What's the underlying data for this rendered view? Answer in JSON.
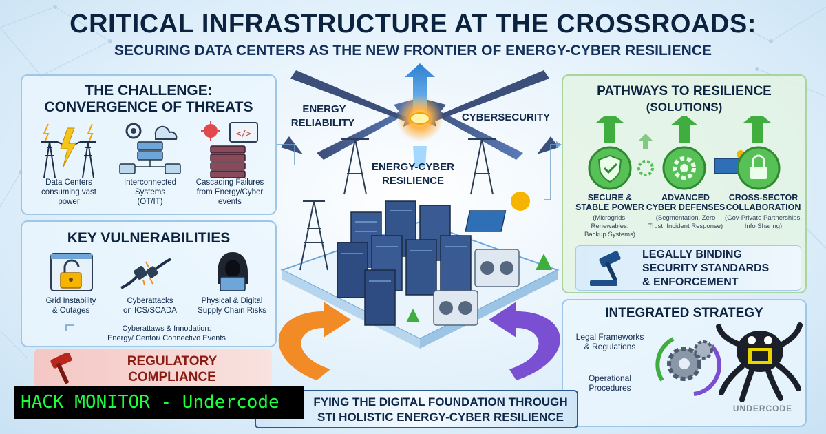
{
  "title": "CRITICAL INFRASTRUCTURE AT THE CROSSROADS:",
  "subtitle": "SECURING DATA CENTERS AS THE NEW FRONTIER OF ENERGY-CYBER RESILIENCE",
  "challenge": {
    "heading_1": "THE CHALLENGE:",
    "heading_2": "CONVERGENCE OF THREATS",
    "items": [
      {
        "label_1": "Data Centers",
        "label_2": "consuming vast",
        "label_3": "power",
        "icon": "power-tower-lightning-icon"
      },
      {
        "label_1": "Interconnected",
        "label_2": "Systems",
        "label_3": "(OT/IT)",
        "icon": "network-servers-icon"
      },
      {
        "label_1": "Cascading Failures",
        "label_2": "from Energy/Cyber",
        "label_3": "events",
        "icon": "virus-server-icon"
      }
    ]
  },
  "vulnerabilities": {
    "heading": "KEY VULNERABILITIES",
    "items": [
      {
        "label_1": "Grid Instability",
        "label_2": "& Outages",
        "icon": "unlocked-padlock-icon"
      },
      {
        "label_1": "Cyberattacks",
        "label_2": "on ICS/SCADA",
        "icon": "broken-plug-icon"
      },
      {
        "label_1": "Physical & Digital",
        "label_2": "Supply Chain Risks",
        "icon": "hooded-hacker-icon"
      }
    ],
    "note_1": "Cyberattaws & Innodation:",
    "note_2": "Energy/ Centor/ Connectivo Events"
  },
  "regulatory": {
    "line_1": "REGULATORY",
    "line_2": "COMPLIANCE"
  },
  "center": {
    "left_label_1": "ENERGY",
    "left_label_2": "RELIABILITY",
    "right_label": "CYBERSECURITY",
    "middle_label_1": "ENERGY-CYBER",
    "middle_label_2": "RESILIENCE"
  },
  "pathways": {
    "heading_1": "PATHWAYS TO RESILIENCE",
    "heading_2": "(SOLUTIONS)",
    "items": [
      {
        "title_1": "SECURE &",
        "title_2": "STABLE POWER",
        "desc_1": "(Microgrids,",
        "desc_2": "Renewables,",
        "desc_3": "Backup Systems)",
        "icon": "shield-check-icon"
      },
      {
        "title_1": "ADVANCED",
        "title_2": "CYBER DEFENSES",
        "desc_1": "(Segmentation, Zero",
        "desc_2": "Trust, Incident Response)",
        "desc_3": "",
        "icon": "gear-icon"
      },
      {
        "title_1": "CROSS-SECTOR",
        "title_2": "COLLABORATION",
        "desc_1": "(Gov-Private Partnerships,",
        "desc_2": "Info Sharing)",
        "desc_3": "",
        "icon": "lock-icon"
      }
    ],
    "legal_1": "LEGALLY BINDING",
    "legal_2": "SECURITY STANDARDS",
    "legal_3": "& ENFORCEMENT"
  },
  "strategy": {
    "heading": "INTEGRATED STRATEGY",
    "item_1a": "Legal Frameworks",
    "item_1b": "& Regulations",
    "item_2a": "Operational",
    "item_2b": "Procedures"
  },
  "banner": {
    "line_1": "FYING THE DIGITAL FOUNDATION THROUGH",
    "line_2": "STI HOLISTIC ENERGY-CYBER RESILIENCE"
  },
  "watermark": "HACK MONITOR - Undercode",
  "logo_text": "UNDERCODE",
  "colors": {
    "navy": "#0c2340",
    "accent_blue": "#2f7fd0",
    "green": "#3fae3f",
    "orange": "#f28b25",
    "red": "#c0392b",
    "purple": "#7b4fd1",
    "watermark_green": "#1cff3a"
  }
}
